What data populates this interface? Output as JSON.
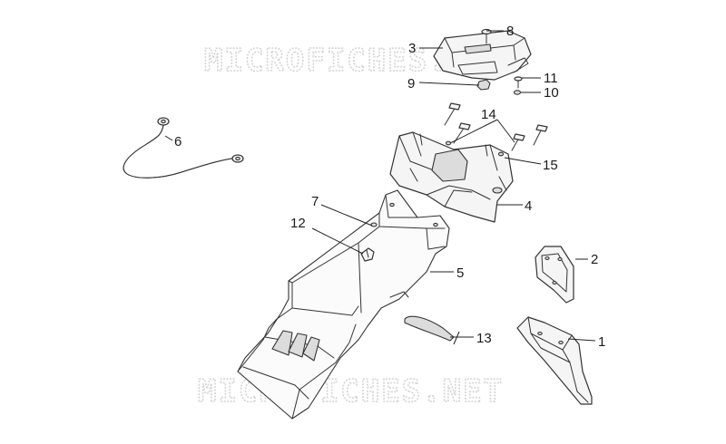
{
  "watermark": {
    "top_text": "MICROFICHES.NET",
    "bottom_text": "MICROFICHES.NET"
  },
  "callouts": {
    "c1": "1",
    "c2": "2",
    "c3": "3",
    "c4": "4",
    "c5": "5",
    "c6": "6",
    "c7": "7",
    "c8": "8",
    "c9": "9",
    "c10": "10",
    "c11": "11",
    "c12": "12",
    "c13": "13",
    "c14": "14",
    "c15": "15"
  }
}
